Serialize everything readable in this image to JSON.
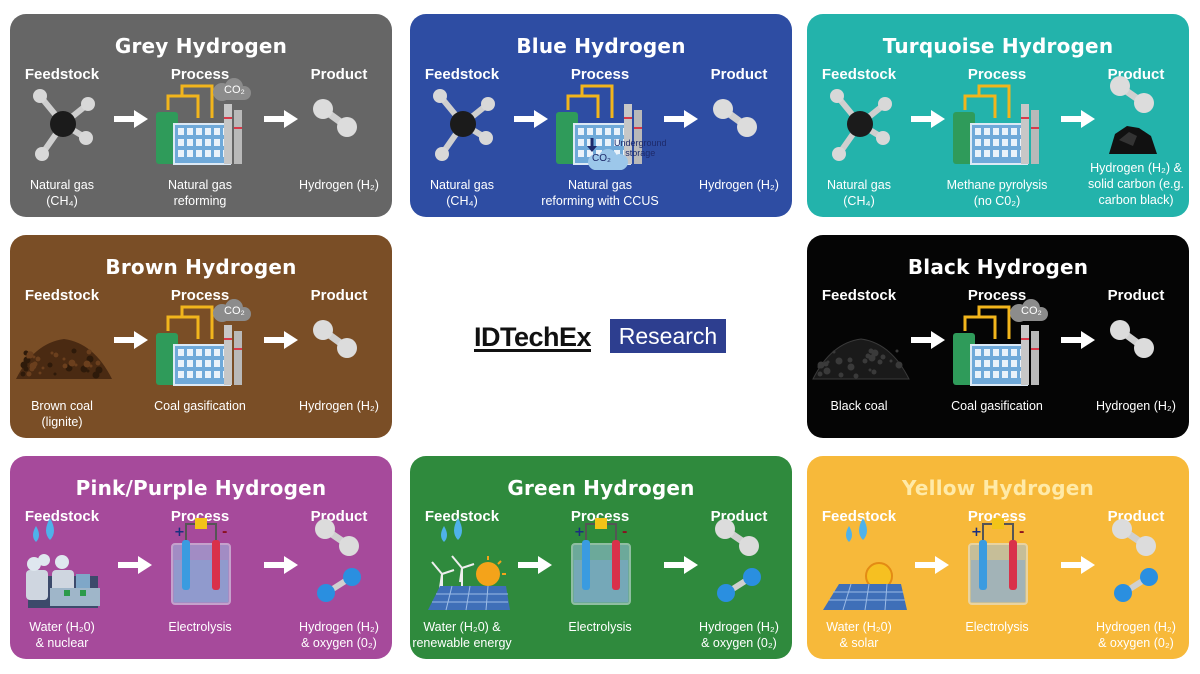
{
  "headers": {
    "feedstock": "Feedstock",
    "process": "Process",
    "product": "Product"
  },
  "logo": {
    "brand": "IDTechEx",
    "tag": "Research"
  },
  "cards": [
    {
      "title": "Grey Hydrogen",
      "color": "#666666",
      "title_color": "#ffffff",
      "feedstock_icon": "methane-icon",
      "process_icon": "plant-co2-icon",
      "product_icon": "h2-icon",
      "feedstock_label": [
        "Natural gas",
        "(CH₄)"
      ],
      "process_label": [
        "Natural gas",
        "reforming"
      ],
      "product_label": [
        "Hydrogen (H₂)"
      ],
      "co2_label": "CO₂"
    },
    {
      "title": "Blue Hydrogen",
      "color": "#2e4da3",
      "title_color": "#ffffff",
      "feedstock_icon": "methane-icon",
      "process_icon": "plant-ccus-icon",
      "product_icon": "h2-icon",
      "feedstock_label": [
        "Natural gas",
        "(CH₄)"
      ],
      "process_label": [
        "Natural gas",
        "reforming with CCUS"
      ],
      "product_label": [
        "Hydrogen (H₂)"
      ],
      "co2_label": "CO₂",
      "storage_label": [
        "Underground",
        "storage"
      ]
    },
    {
      "title": "Turquoise Hydrogen",
      "color": "#23b3ab",
      "title_color": "#ffffff",
      "feedstock_icon": "methane-icon",
      "process_icon": "plant-icon",
      "product_icon": "h2-carbon-icon",
      "feedstock_label": [
        "Natural gas",
        "(CH₄)"
      ],
      "process_label": [
        "Methane pyrolysis",
        "(no C0₂)"
      ],
      "product_label": [
        "Hydrogen (H₂) &",
        "solid carbon (e.g.",
        "carbon black)"
      ]
    },
    {
      "title": "Brown Hydrogen",
      "color": "#7a4e26",
      "title_color": "#ffffff",
      "feedstock_icon": "brown-coal-icon",
      "process_icon": "plant-co2-icon",
      "product_icon": "h2-icon",
      "feedstock_label": [
        "Brown coal",
        "(lignite)"
      ],
      "process_label": [
        "Coal gasification"
      ],
      "product_label": [
        "Hydrogen (H₂)"
      ],
      "co2_label": "CO₂"
    },
    {
      "title": "Black Hydrogen",
      "color": "#050505",
      "title_color": "#ffffff",
      "feedstock_icon": "black-coal-icon",
      "process_icon": "plant-co2-icon",
      "product_icon": "h2-icon",
      "feedstock_label": [
        "Black coal"
      ],
      "process_label": [
        "Coal gasification"
      ],
      "product_label": [
        "Hydrogen (H₂)"
      ],
      "co2_label": "CO₂"
    },
    {
      "title": "Pink/Purple Hydrogen",
      "color": "#a64a9b",
      "title_color": "#ffffff",
      "feedstock_icon": "water-nuclear-icon",
      "process_icon": "electrolysis-icon",
      "product_icon": "h2-o2-icon",
      "feedstock_label": [
        "Water (H₂0)",
        "& nuclear"
      ],
      "process_label": [
        "Electrolysis"
      ],
      "product_label": [
        "Hydrogen (H₂)",
        "& oxygen (0₂)"
      ]
    },
    {
      "title": "Green Hydrogen",
      "color": "#2f8a3d",
      "title_color": "#ffffff",
      "feedstock_icon": "water-renewable-icon",
      "process_icon": "electrolysis-icon",
      "product_icon": "h2-o2-icon",
      "feedstock_label": [
        "Water (H₂0) &",
        "renewable energy"
      ],
      "process_label": [
        "Electrolysis"
      ],
      "product_label": [
        "Hydrogen (H₂)",
        "& oxygen (0₂)"
      ]
    },
    {
      "title": "Yellow Hydrogen",
      "color": "#f7b93a",
      "title_color": "#ffeaa8",
      "feedstock_icon": "water-solar-icon",
      "process_icon": "electrolysis-icon",
      "product_icon": "h2-o2-icon",
      "feedstock_label": [
        "Water (H₂0)",
        "& solar"
      ],
      "process_label": [
        "Electrolysis"
      ],
      "product_label": [
        "Hydrogen (H₂)",
        "& oxygen (0₂)"
      ]
    }
  ]
}
